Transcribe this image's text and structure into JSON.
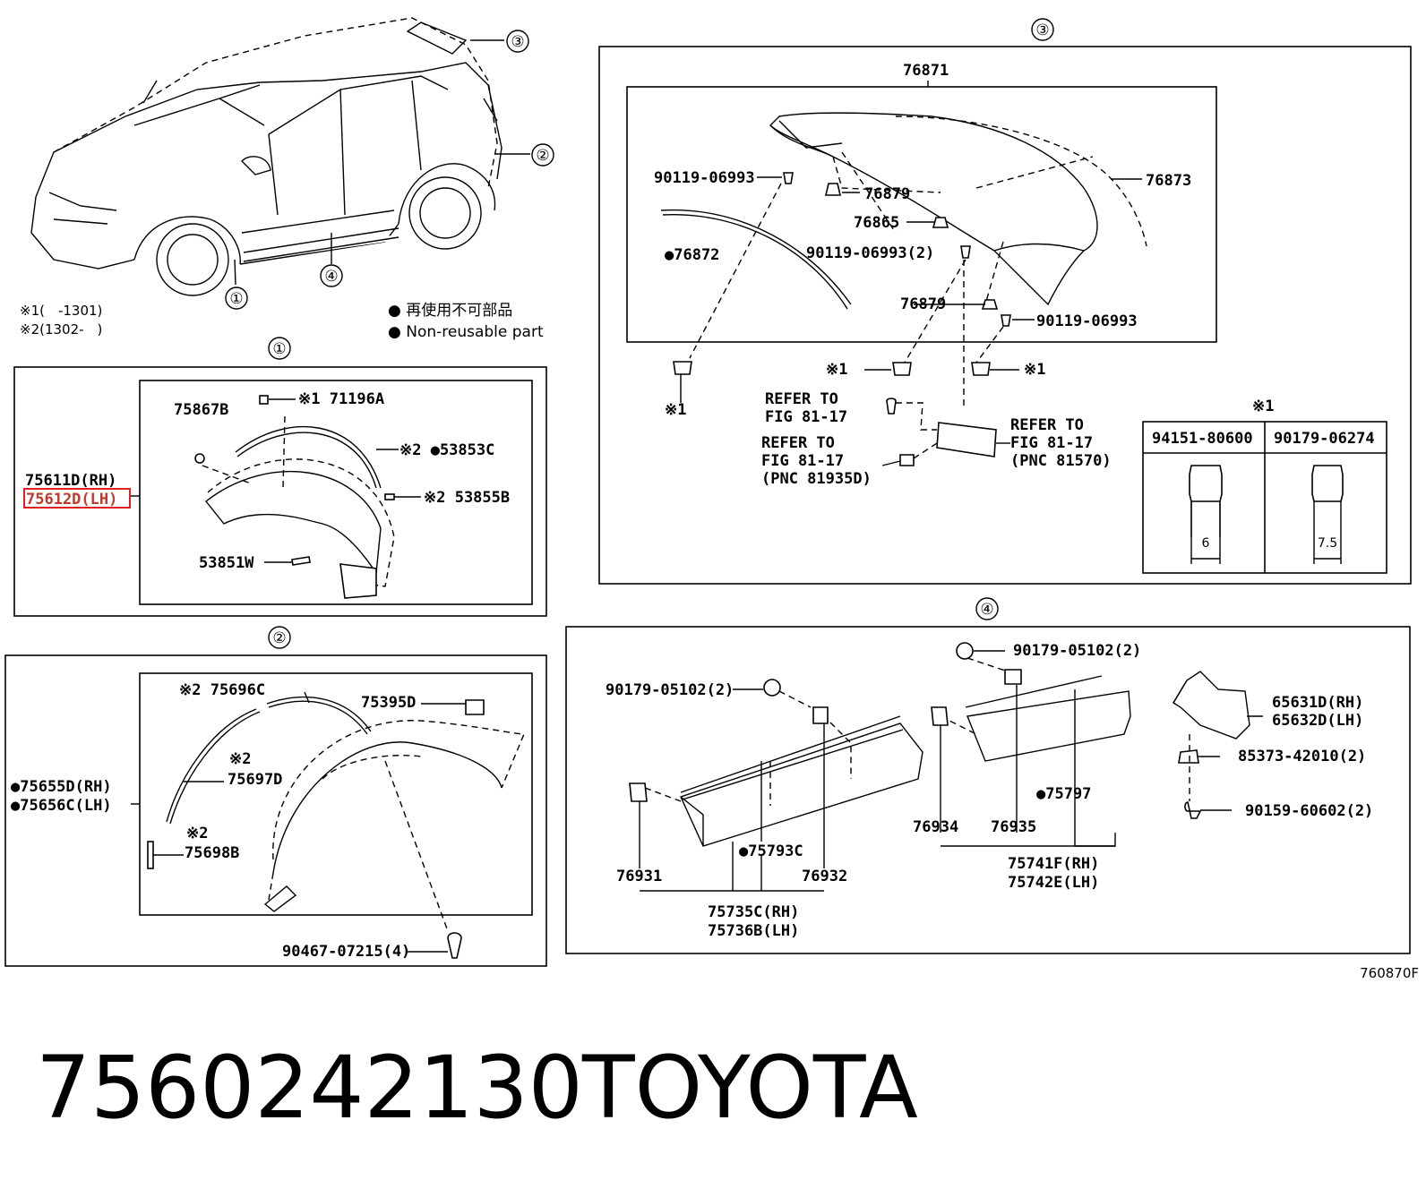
{
  "legend": {
    "note1": "※1(　-1301)",
    "note2": "※2(1302-　)",
    "bullet_jp": "● 再使用不可部品",
    "bullet_en": "● Non-reusable part"
  },
  "callouts": {
    "c1": "①",
    "c2": "②",
    "c3": "③",
    "c4": "④"
  },
  "panel1": {
    "title": "①",
    "labels": {
      "p75867b": "75867B",
      "p71196a": "※1 71196A",
      "p53853c": "※2 ●53853C",
      "p53855b": "※2 53855B",
      "p53851w": "53851W",
      "p75611d": "75611D(RH)",
      "p75612d": "75612D(LH)"
    }
  },
  "panel2": {
    "title": "②",
    "labels": {
      "p75696c": "※2 75696C",
      "p75395d": "75395D",
      "p75697d_note": "※2",
      "p75697d": "75697D",
      "p75698b_note": "※2",
      "p75698b": "75698B",
      "p75655d": "●75655D(RH)",
      "p75656c": "●75656C(LH)",
      "p90467": "90467-07215(4)"
    }
  },
  "panel3": {
    "title": "③",
    "labels": {
      "p76871": "76871",
      "p90119a": "90119-06993",
      "p76873": "76873",
      "p76879a": "76879",
      "p76865": "76865",
      "p90119b": "90119-06993(2)",
      "p76872": "●76872",
      "p76879b": "76879",
      "p90119c": "90119-06993",
      "x1a": "※1",
      "x1b": "※1",
      "x1c": "※1",
      "ref1a": "REFER TO",
      "ref1b": "FIG 81-17",
      "ref2a": "REFER TO",
      "ref2b": "FIG 81-17",
      "ref2c": "(PNC 81935D)",
      "ref3a": "REFER TO",
      "ref3b": "FIG 81-17",
      "ref3c": "(PNC 81570)"
    },
    "inset": {
      "title": "※1",
      "col1": "94151-80600",
      "col2": "90179-06274",
      "dim1": "6",
      "dim2": "7.5"
    }
  },
  "panel4": {
    "title": "④",
    "labels": {
      "p90179a": "90179-05102(2)",
      "p90179b": "90179-05102(2)",
      "p65631d": "65631D(RH)",
      "p65632d": "65632D(LH)",
      "p85373": "85373-42010(2)",
      "p90159": "90159-60602(2)",
      "p75797": "●75797",
      "p76934": "76934",
      "p76935": "76935",
      "p75741f": "75741F(RH)",
      "p75742e": "75742E(LH)",
      "p75793c": "●75793C",
      "p76931": "76931",
      "p76932": "76932",
      "p75735c": "75735C(RH)",
      "p75736b": "75736B(LH)"
    }
  },
  "figure_code": "760870F",
  "footer": {
    "part_number": "7560242130",
    "brand": "TOYOTA"
  },
  "colors": {
    "highlight": "#e02020",
    "ink": "#000000"
  }
}
